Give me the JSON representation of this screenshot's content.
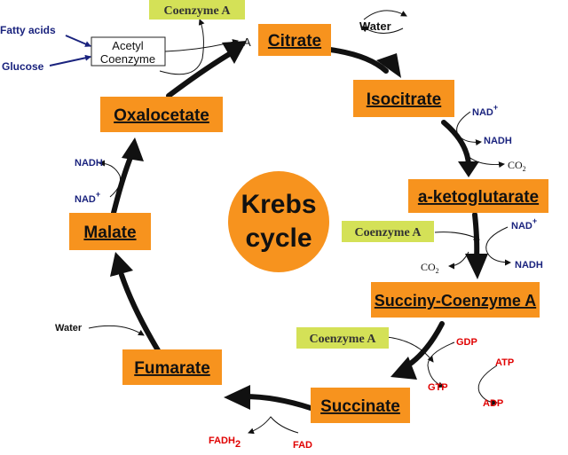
{
  "center": {
    "line1": "Krebs",
    "line2": "cycle"
  },
  "inputs": {
    "fatty_acids": "Fatty acids",
    "glucose": "Glucose"
  },
  "acetyl": {
    "line1": "Acetyl",
    "line2": "Coenzyme"
  },
  "label_a": "A",
  "compounds": {
    "citrate": "Citrate",
    "isocitrate": "Isocitrate",
    "ketoglutarate": "a-ketoglutarate",
    "succinyl": "Succiny-Coenzyme A",
    "succinate": "Succinate",
    "fumarate": "Fumarate",
    "malate": "Malate",
    "oxalocetate": "Oxalocetate"
  },
  "coenzyme_a": "Coenzyme A",
  "molecules": {
    "water": "Water",
    "nad": "NAD",
    "nadh": "NADH",
    "co2": "CO",
    "co2_sub": "2",
    "gdp": "GDP",
    "gtp": "GTP",
    "atp": "ATP",
    "adp": "ADP",
    "fad": "FAD",
    "fadh2": "FADH",
    "fadh2_sub": "2",
    "plus": "+"
  },
  "colors": {
    "compound_box": "#f7931e",
    "coenzyme_box": "#d4e157",
    "center_circle": "#f7931e",
    "blue_text": "#1a237e",
    "red_text": "#e00000",
    "arrow": "#111111"
  }
}
